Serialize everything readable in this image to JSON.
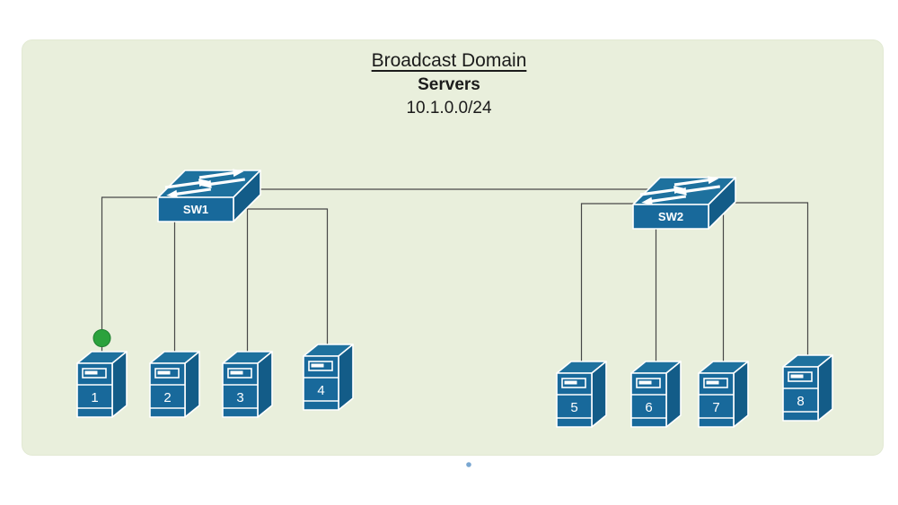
{
  "title": {
    "heading": "Broadcast Domain",
    "subheading": "Servers",
    "subnet": "10.1.0.0/24"
  },
  "switches": [
    {
      "label": "SW1"
    },
    {
      "label": "SW2"
    }
  ],
  "servers": [
    {
      "label": "1"
    },
    {
      "label": "2"
    },
    {
      "label": "3"
    },
    {
      "label": "4"
    },
    {
      "label": "5"
    },
    {
      "label": "6"
    },
    {
      "label": "7"
    },
    {
      "label": "8"
    }
  ],
  "connections": [
    {
      "from": "SW1",
      "to": "SW2"
    },
    {
      "from": "SW1",
      "to": "Server 1"
    },
    {
      "from": "SW1",
      "to": "Server 2"
    },
    {
      "from": "SW1",
      "to": "Server 3"
    },
    {
      "from": "SW1",
      "to": "Server 4"
    },
    {
      "from": "SW2",
      "to": "Server 5"
    },
    {
      "from": "SW2",
      "to": "Server 6"
    },
    {
      "from": "SW2",
      "to": "Server 7"
    },
    {
      "from": "SW2",
      "to": "Server 8"
    }
  ],
  "indicators": {
    "green_dot_on_link": "SW1 - Server 1",
    "green_dot_color": "#2ba23c",
    "canvas_dot_color": "#7aa7d1"
  },
  "icons": {
    "switch": "network-switch-3d-icon",
    "server": "server-tower-3d-icon"
  },
  "colors": {
    "panel_bg": "#e9efdc",
    "device_front": "#18699b",
    "device_side": "#135c88",
    "device_top": "#1e719e",
    "outline": "#ffffff",
    "line": "#474747",
    "text": "#1b1b1b"
  }
}
